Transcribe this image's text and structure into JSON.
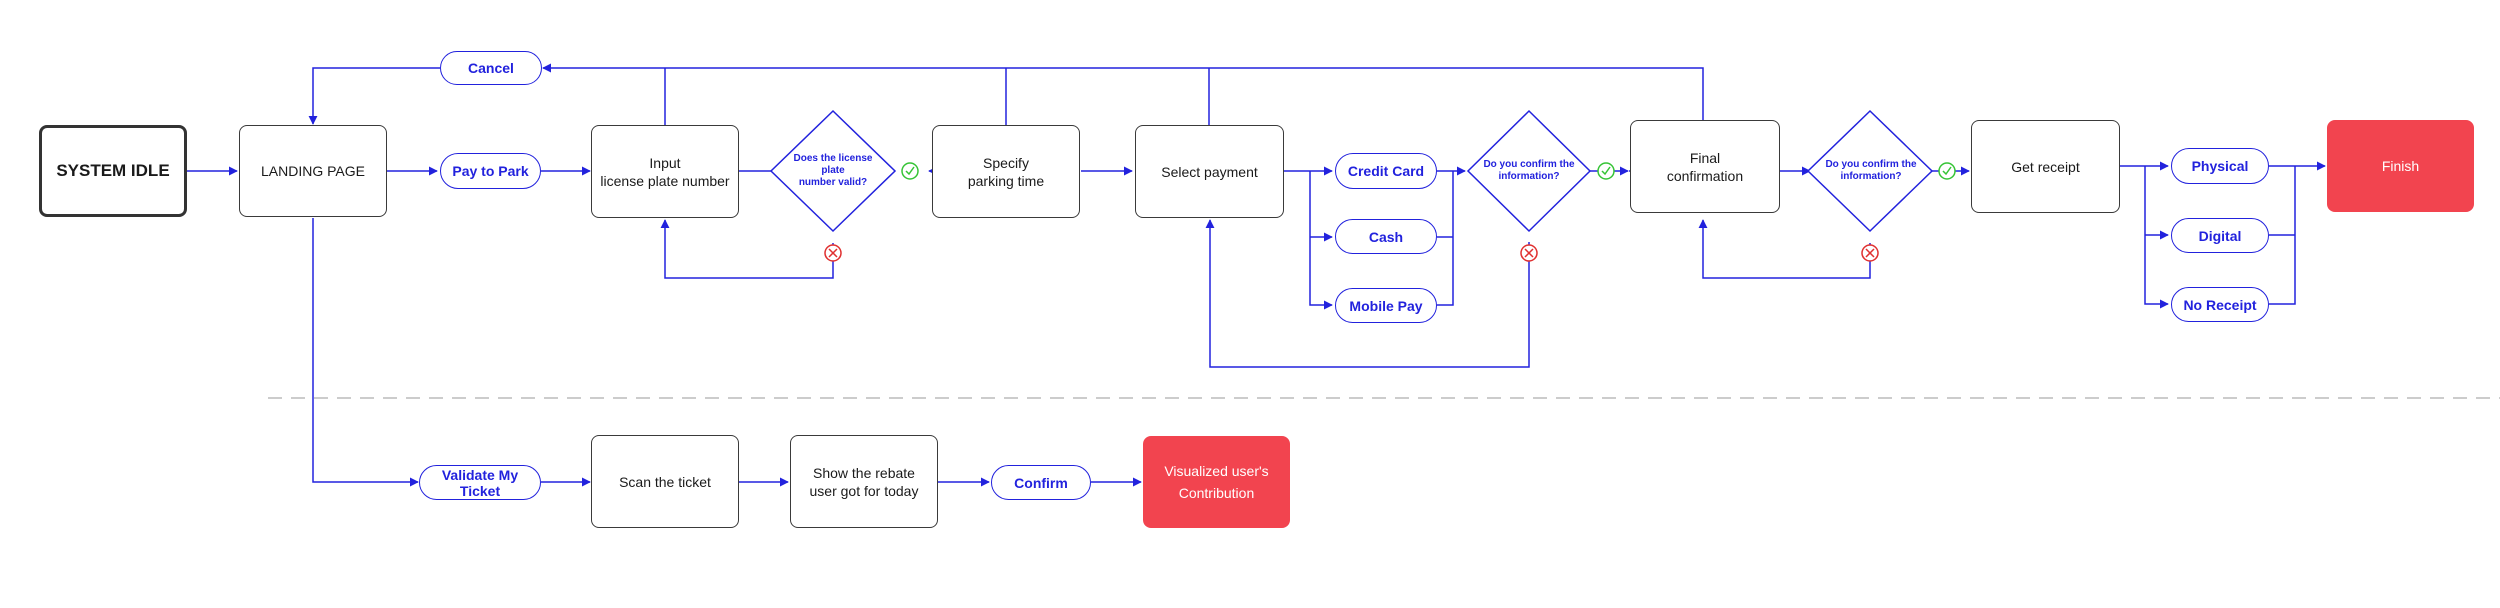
{
  "start": {
    "label": "SYSTEM IDLE"
  },
  "landing": {
    "label": "LANDING PAGE"
  },
  "cancel": {
    "label": "Cancel"
  },
  "pay_to_park": {
    "label": "Pay to Park"
  },
  "input_plate": {
    "label": "Input\nlicense plate number"
  },
  "plate_valid": {
    "label": "Does the license plate\nnumber valid?"
  },
  "parking_time": {
    "label": "Specify\nparking time"
  },
  "select_payment": {
    "label": "Select payment"
  },
  "credit_card": {
    "label": "Credit Card"
  },
  "cash": {
    "label": "Cash"
  },
  "mobile_pay": {
    "label": "Mobile Pay"
  },
  "confirm_info_1": {
    "label": "Do you confirm the\ninformation?"
  },
  "final_confirmation": {
    "label": "Final\nconfirmation"
  },
  "confirm_info_2": {
    "label": "Do you confirm the\ninformation?"
  },
  "get_receipt": {
    "label": "Get receipt"
  },
  "physical": {
    "label": "Physical"
  },
  "digital": {
    "label": "Digital"
  },
  "no_receipt": {
    "label": "No Receipt"
  },
  "finish": {
    "label": "Finish"
  },
  "validate_ticket": {
    "label": "Validate My Ticket"
  },
  "scan_ticket": {
    "label": "Scan the ticket"
  },
  "show_rebate": {
    "label": "Show the rebate\nuser got for today"
  },
  "confirm": {
    "label": "Confirm"
  },
  "visualized": {
    "label": "Visualized user's\nContribution"
  },
  "colors": {
    "flow": "#2222dd",
    "finish": "#f2444f",
    "yes": "#35c435",
    "no": "#e03030",
    "divider": "#bbbbbb"
  }
}
